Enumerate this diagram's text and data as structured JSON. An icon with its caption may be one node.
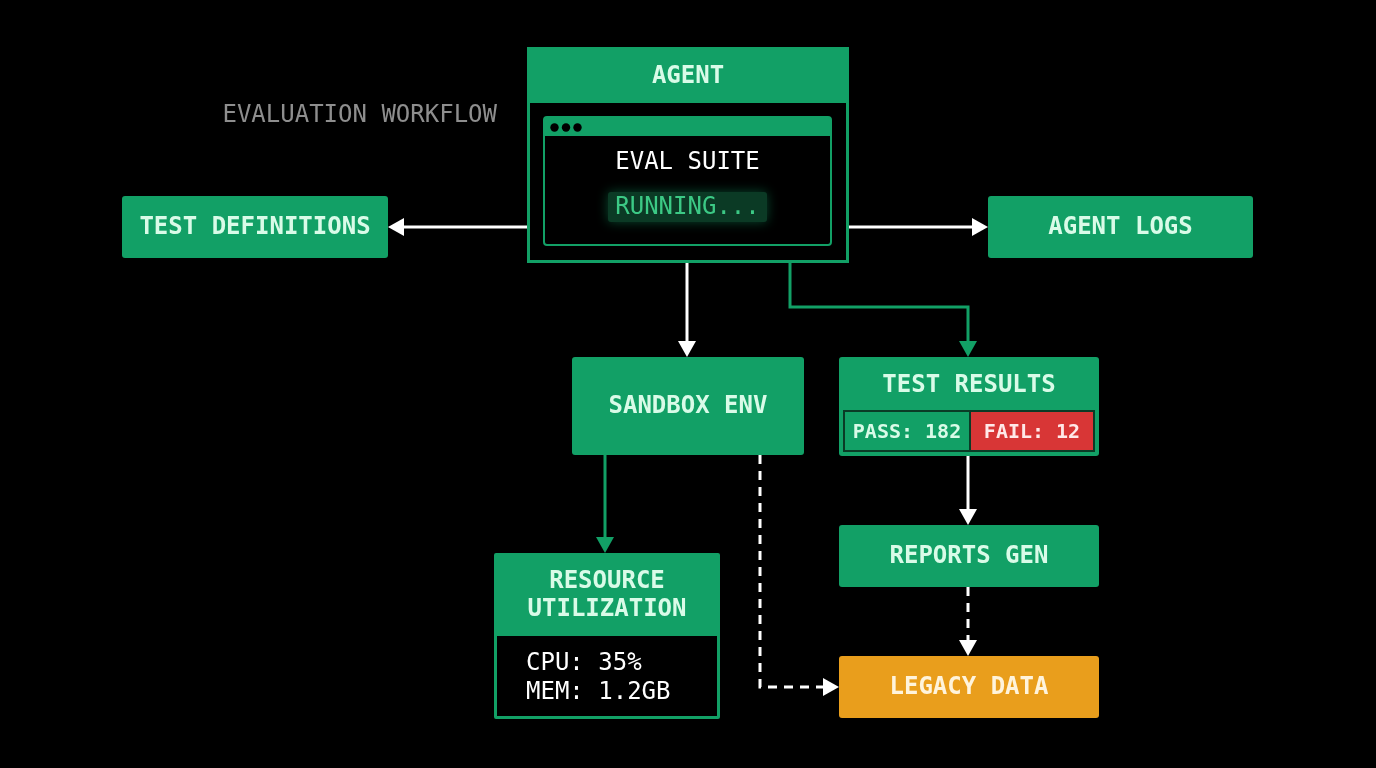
{
  "diagram": {
    "title": "EVALUATION WORKFLOW",
    "nodes": [
      {
        "text": [
          "AGENT"
        ]
      },
      {
        "text": [
          "EVAL SUITE"
        ],
        "in": 0
      },
      {
        "text": [
          "RUNNING..."
        ],
        "in": 1
      },
      {
        "text": [
          "TEST DEFINITIONS"
        ]
      },
      {
        "text": [
          "AGENT LOGS"
        ]
      },
      {
        "text": [
          "SANDBOX ENV"
        ]
      },
      {
        "text": [
          "TEST RESULTS"
        ]
      },
      {
        "text": [
          "PASS: 182"
        ],
        "in": 6
      },
      {
        "text": [
          "FAIL: 12"
        ],
        "in": 6
      },
      {
        "text": [
          "RESOURCE UTILIZATION",
          "CPU: 35%",
          "MEM: 1.2GB"
        ]
      },
      {
        "text": [
          "REPORTS GEN"
        ]
      },
      {
        "text": [
          "LEGACY DATA"
        ]
      }
    ],
    "edges": [
      {
        "from": 0,
        "to": 3,
        "arrow": "to"
      },
      {
        "from": 0,
        "to": 4,
        "arrow": "to"
      },
      {
        "from": 0,
        "to": 5,
        "arrow": "to"
      },
      {
        "from": 0,
        "to": 6,
        "arrow": "to",
        "color": "#12a066"
      },
      {
        "from": 5,
        "to": 9,
        "arrow": "to",
        "color": "#12a066"
      },
      {
        "from": 5,
        "to": 11,
        "arrow": "to",
        "style": "dashed"
      },
      {
        "from": 6,
        "to": 10,
        "arrow": "to"
      },
      {
        "from": 10,
        "to": 11,
        "arrow": "to",
        "style": "dashed"
      }
    ]
  }
}
